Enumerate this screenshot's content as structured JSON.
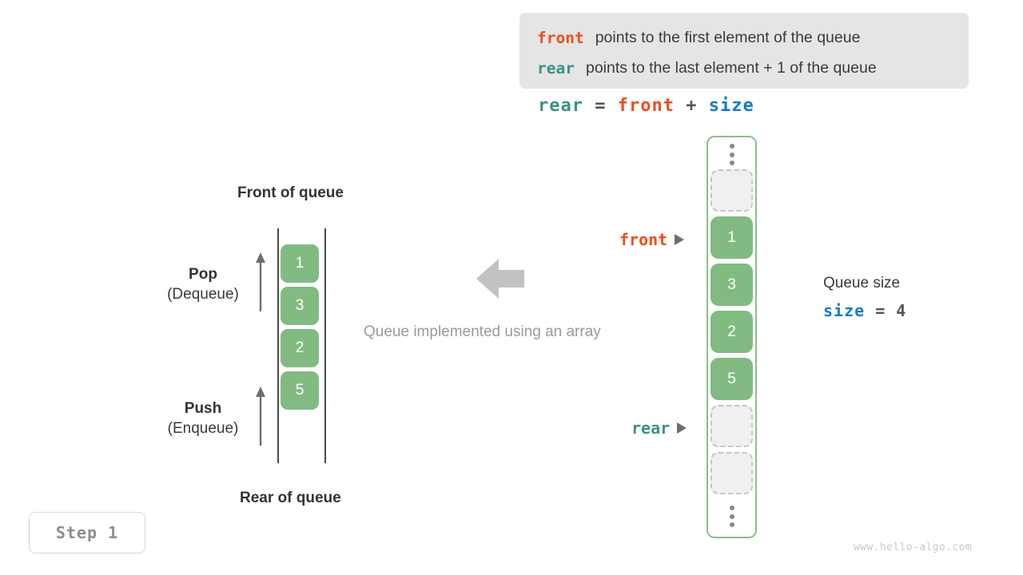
{
  "legend": {
    "lines": [
      {
        "keyword": "front",
        "keyword_color": "#ed4f1e",
        "description": "points to the first element of the queue"
      },
      {
        "keyword": "rear",
        "keyword_color": "#3b9288",
        "description": "points to the last element + 1 of the queue"
      }
    ]
  },
  "formula": {
    "lhs": "rear",
    "equals": "=",
    "rhs1": "front",
    "plus": "+",
    "rhs2": "size"
  },
  "left_queue": {
    "top_label": "Front of queue",
    "bottom_label": "Rear of queue",
    "values": [
      "1",
      "3",
      "2",
      "5"
    ],
    "pop": {
      "title": "Pop",
      "subtitle": "(Dequeue)"
    },
    "push": {
      "title": "Push",
      "subtitle": "(Enqueue)"
    }
  },
  "center": {
    "caption": "Queue implemented using an array",
    "arrow_icon": "left-arrow-icon",
    "arrow_color": "#c2c2c2"
  },
  "array": {
    "ellipsis_top": "vertical-ellipsis-icon",
    "ellipsis_bottom": "vertical-ellipsis-icon",
    "slots": [
      {
        "value": "",
        "state": "empty"
      },
      {
        "value": "1",
        "state": "filled"
      },
      {
        "value": "3",
        "state": "filled"
      },
      {
        "value": "2",
        "state": "filled"
      },
      {
        "value": "5",
        "state": "filled"
      },
      {
        "value": "",
        "state": "empty"
      },
      {
        "value": "",
        "state": "empty"
      }
    ],
    "pointers": {
      "front": "front",
      "rear": "rear"
    },
    "cell_color": "#82bb82",
    "border_color": "#8dc08d"
  },
  "queue_size": {
    "title": "Queue size",
    "var": "size",
    "equals": "=",
    "value": "4"
  },
  "footer": {
    "step": "Step 1",
    "watermark": "www.hello-algo.com"
  }
}
